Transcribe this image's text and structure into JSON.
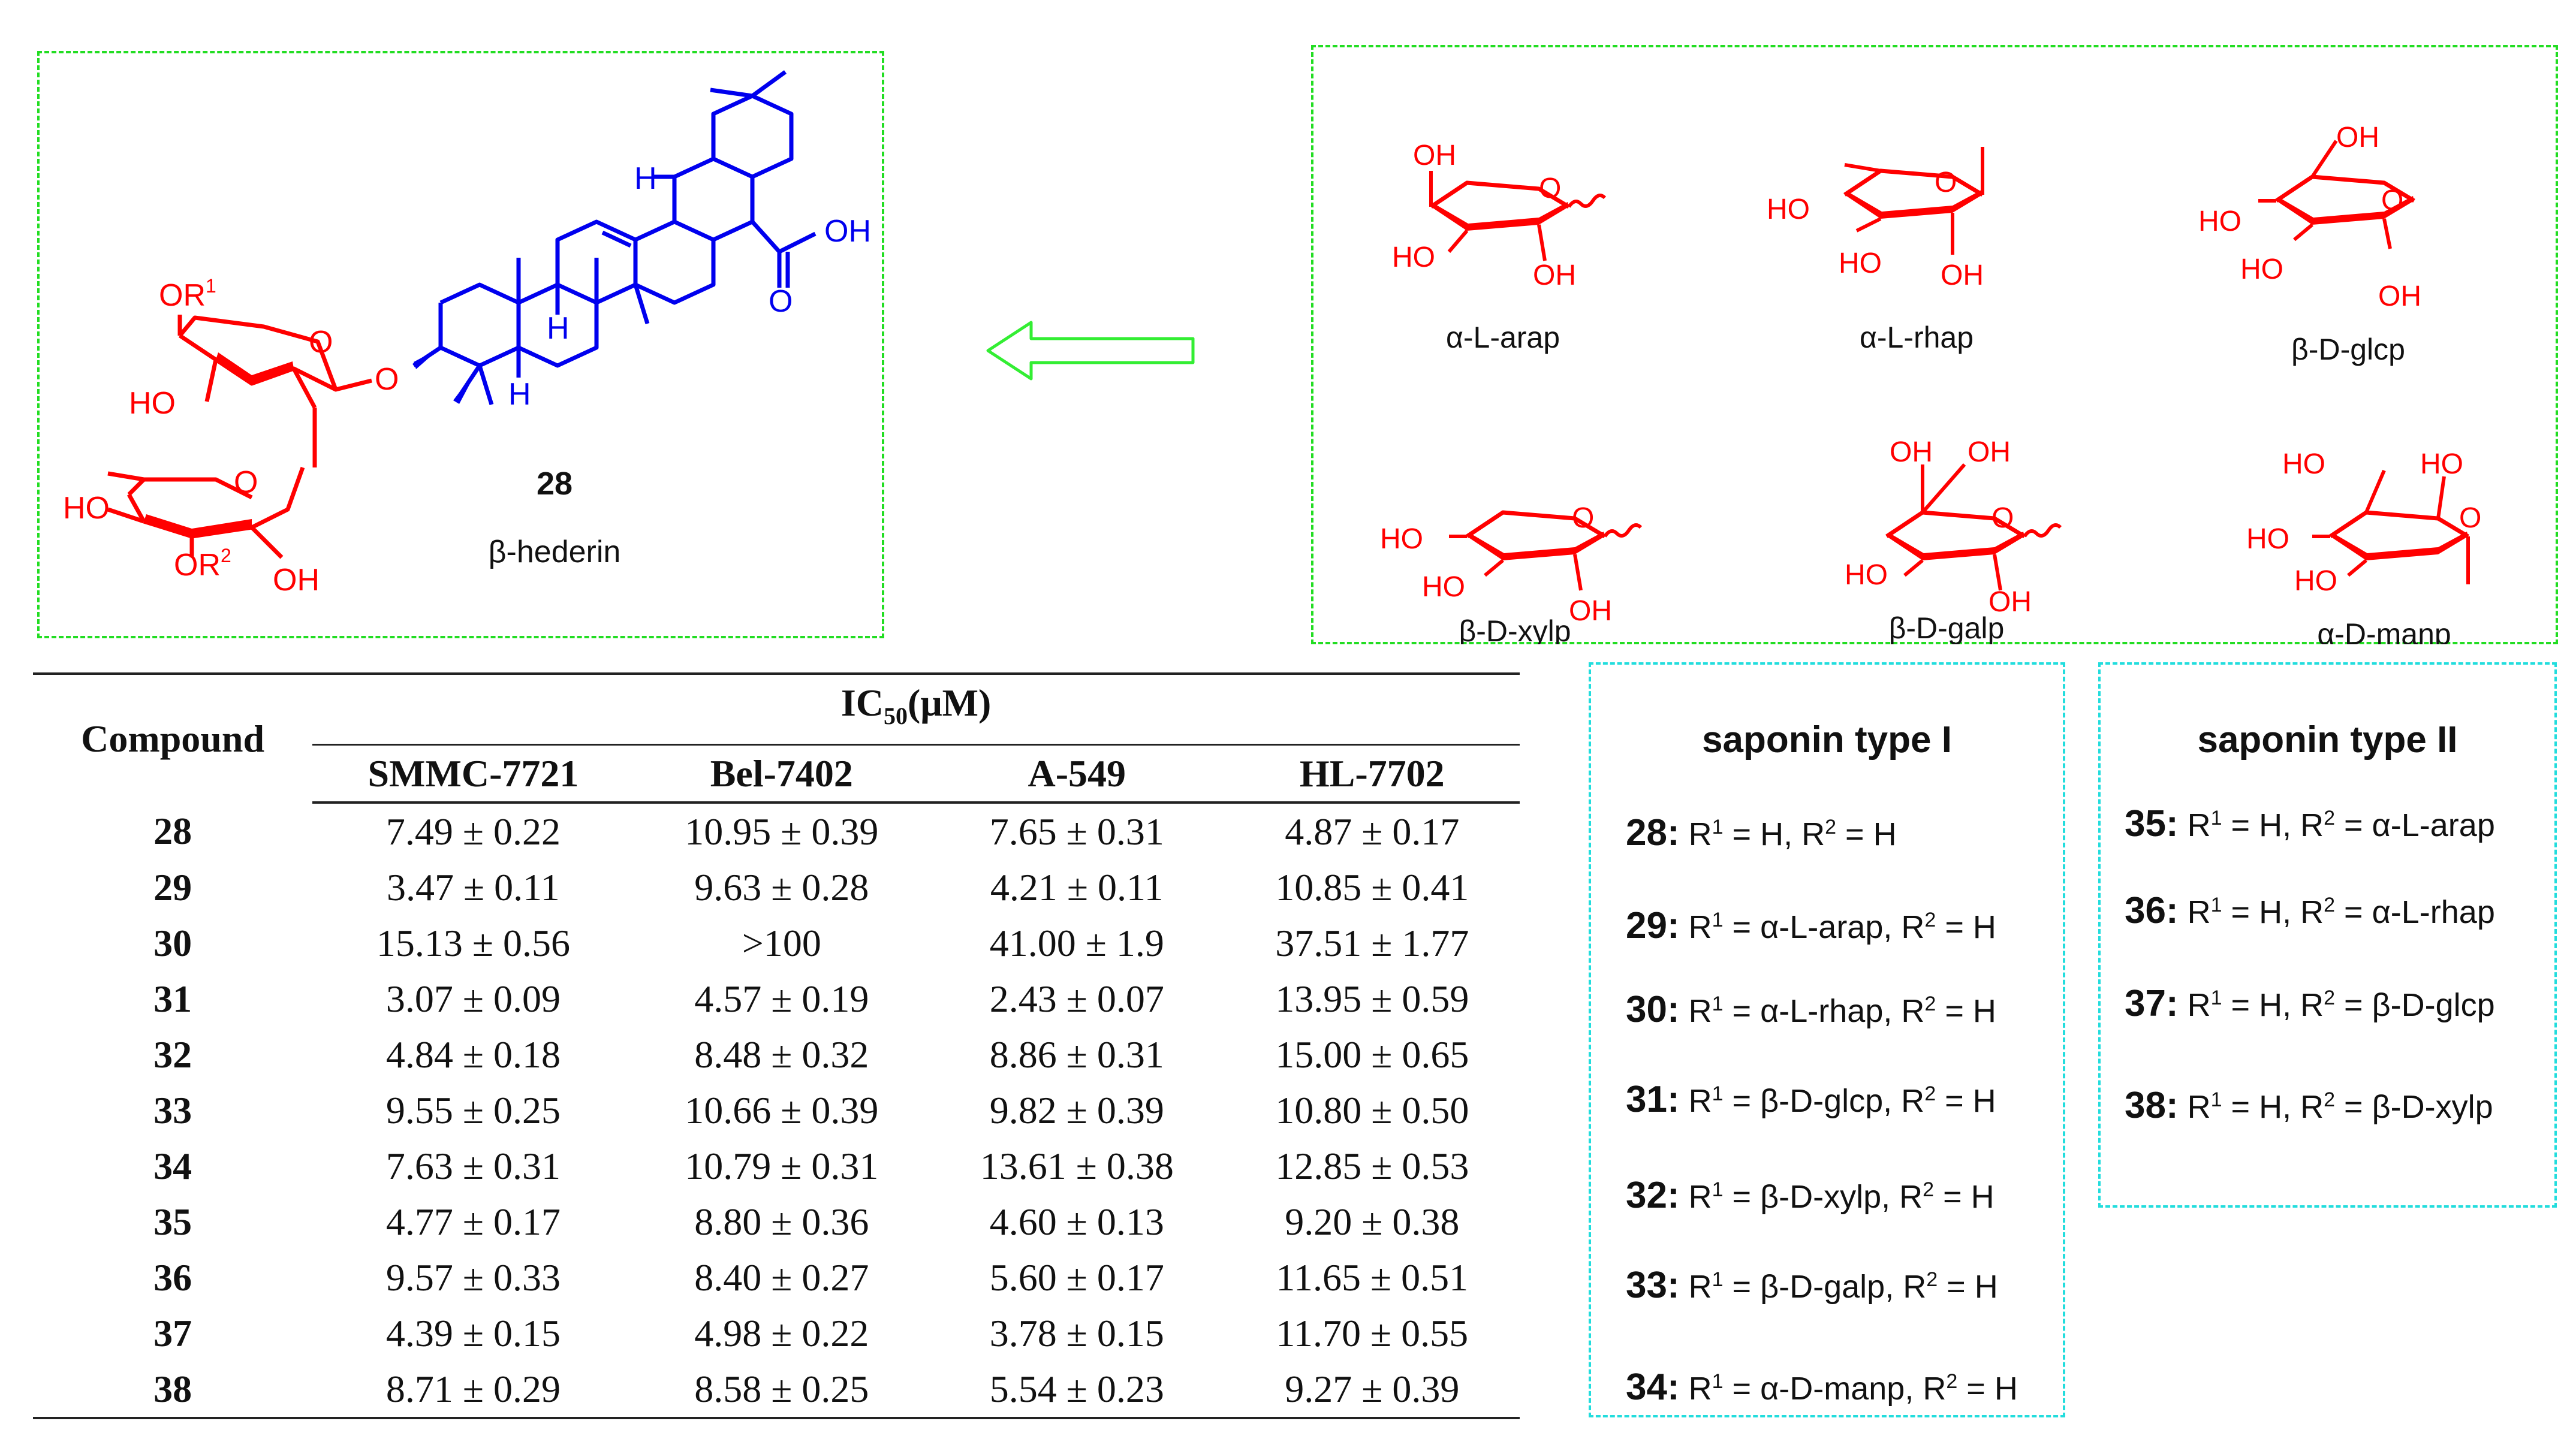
{
  "compound_label": {
    "number": "28",
    "name": "β-hederin"
  },
  "substituents": {
    "or1": "OR",
    "or1_sup": "1",
    "or2": "OR",
    "or2_sup": "2",
    "oh": "OH",
    "ho": "HO",
    "h": "H",
    "o": "O"
  },
  "sugars": [
    {
      "name": "α-L-arap"
    },
    {
      "name": "α-L-rhap"
    },
    {
      "name": "β-D-glcp"
    },
    {
      "name": "β-D-xylp"
    },
    {
      "name": "β-D-galp"
    },
    {
      "name": "α-D-manp"
    }
  ],
  "table": {
    "compound_header": "Compound",
    "ic50_header": "IC",
    "ic50_sub": "50",
    "ic50_unit": "(μM)",
    "columns": [
      "SMMC-7721",
      "Bel-7402",
      "A-549",
      "HL-7702"
    ],
    "rows": [
      {
        "id": "28",
        "values": [
          "7.49 ± 0.22",
          "10.95 ± 0.39",
          "7.65 ± 0.31",
          "4.87 ± 0.17"
        ]
      },
      {
        "id": "29",
        "values": [
          "3.47 ± 0.11",
          "9.63 ± 0.28",
          "4.21 ± 0.11",
          "10.85 ± 0.41"
        ]
      },
      {
        "id": "30",
        "values": [
          "15.13 ± 0.56",
          ">100",
          "41.00 ± 1.9",
          "37.51 ± 1.77"
        ]
      },
      {
        "id": "31",
        "values": [
          "3.07 ± 0.09",
          "4.57 ± 0.19",
          "2.43 ± 0.07",
          "13.95 ± 0.59"
        ]
      },
      {
        "id": "32",
        "values": [
          "4.84 ± 0.18",
          "8.48 ± 0.32",
          "8.86 ± 0.31",
          "15.00 ± 0.65"
        ]
      },
      {
        "id": "33",
        "values": [
          "9.55 ± 0.25",
          "10.66 ± 0.39",
          "9.82 ± 0.39",
          "10.80 ± 0.50"
        ]
      },
      {
        "id": "34",
        "values": [
          "7.63 ± 0.31",
          "10.79 ± 0.31",
          "13.61 ± 0.38",
          "12.85 ± 0.53"
        ]
      },
      {
        "id": "35",
        "values": [
          "4.77 ± 0.17",
          "8.80 ± 0.36",
          "4.60 ± 0.13",
          "9.20 ± 0.38"
        ]
      },
      {
        "id": "36",
        "values": [
          "9.57 ± 0.33",
          "8.40 ± 0.27",
          "5.60 ± 0.17",
          "11.65 ± 0.51"
        ]
      },
      {
        "id": "37",
        "values": [
          "4.39 ± 0.15",
          "4.98 ± 0.22",
          "3.78 ± 0.15",
          "11.70 ± 0.55"
        ]
      },
      {
        "id": "38",
        "values": [
          "8.71 ± 0.29",
          "8.58 ± 0.25",
          "5.54 ± 0.23",
          "9.27 ± 0.39"
        ]
      }
    ]
  },
  "type1": {
    "title": "saponin type I",
    "items": [
      {
        "id": "28:",
        "r1": "H",
        "r2": "H"
      },
      {
        "id": "29:",
        "r1": "α-L-arap",
        "r2": "H"
      },
      {
        "id": "30:",
        "r1": "α-L-rhap",
        "r2": "H"
      },
      {
        "id": "31:",
        "r1": "β-D-glcp",
        "r2": "H"
      },
      {
        "id": "32:",
        "r1": "β-D-xylp",
        "r2": "H"
      },
      {
        "id": "33:",
        "r1": "β-D-galp",
        "r2": "H"
      },
      {
        "id": "34:",
        "r1": "α-D-manp",
        "r2": "H"
      }
    ]
  },
  "type2": {
    "title": "saponin type II",
    "items": [
      {
        "id": "35:",
        "r1": "H",
        "r2": "α-L-arap"
      },
      {
        "id": "36:",
        "r1": "H",
        "r2": "α-L-rhap"
      },
      {
        "id": "37:",
        "r1": "H",
        "r2": "β-D-glcp"
      },
      {
        "id": "38:",
        "r1": "H",
        "r2": "β-D-xylp"
      }
    ]
  },
  "colors": {
    "sugar": "#ff0000",
    "aglycone": "#0000ee",
    "box_green": "#22dd22",
    "box_cyan": "#22dddd",
    "arrow": "#33ee33"
  }
}
